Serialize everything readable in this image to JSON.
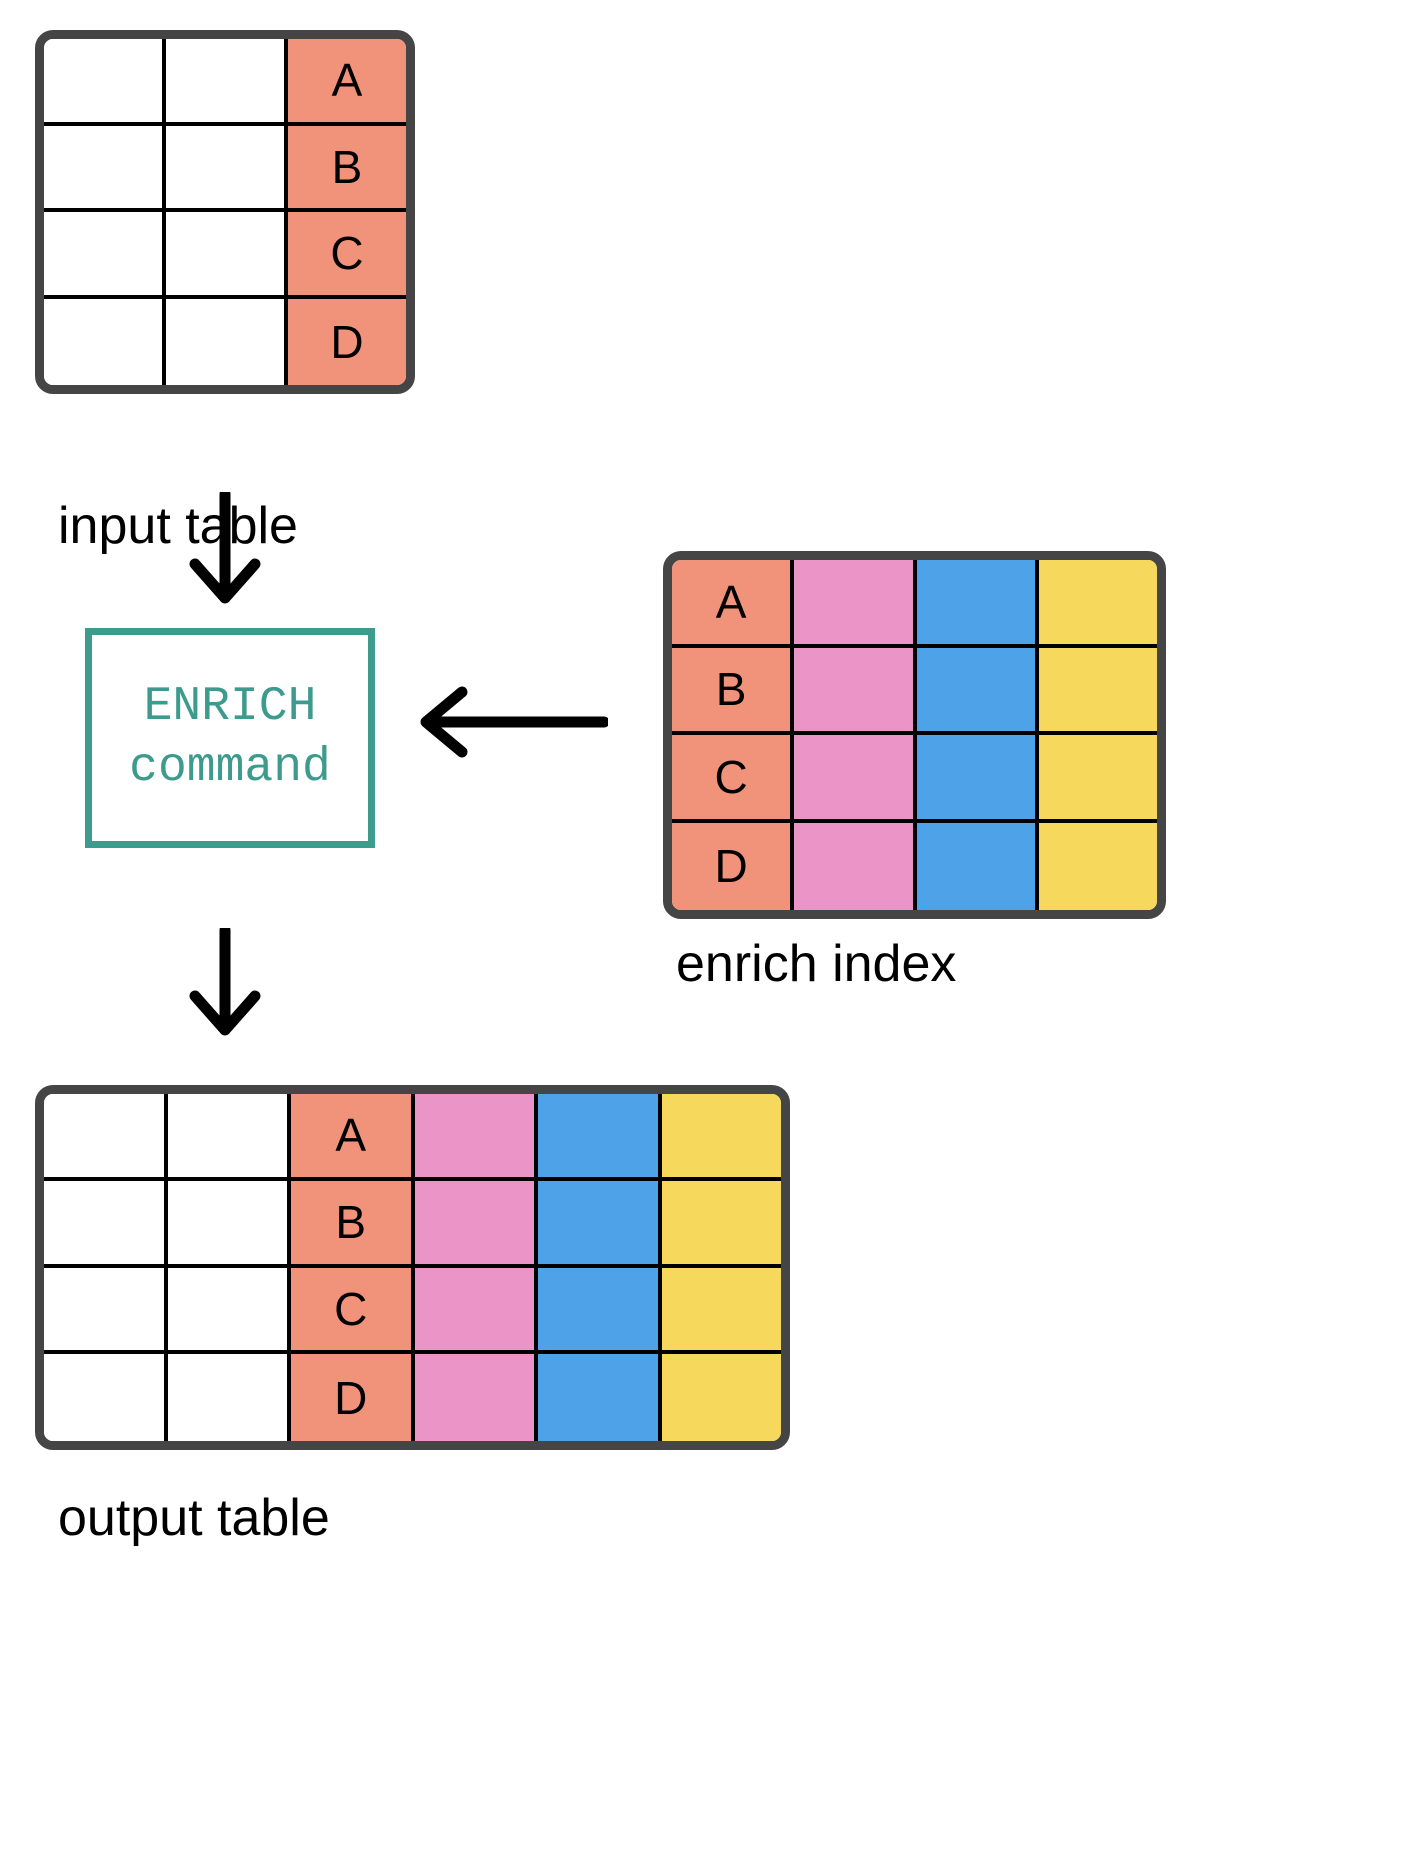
{
  "diagram": {
    "title": "ENRICH command data flow",
    "background": "#ffffff"
  },
  "palette": {
    "frame_border": "#454545",
    "cell_border": "#000000",
    "key_column": "#F0937A",
    "field_pink": "#EA94C8",
    "field_blue": "#4DA2E8",
    "field_yellow": "#F6D95C",
    "blank": "#ffffff",
    "command_accent": "#3D9B8D",
    "arrow": "#000000"
  },
  "input_table": {
    "caption": "input table",
    "columns": 3,
    "column_fills": [
      "#ffffff",
      "#ffffff",
      "#F0937A"
    ],
    "rows": [
      [
        "",
        "",
        "A"
      ],
      [
        "",
        "",
        "B"
      ],
      [
        "",
        "",
        "C"
      ],
      [
        "",
        "",
        "D"
      ]
    ]
  },
  "enrich_index": {
    "caption": "enrich index",
    "columns": 4,
    "column_fills": [
      "#F0937A",
      "#EA94C8",
      "#4DA2E8",
      "#F6D95C"
    ],
    "rows": [
      [
        "A",
        "",
        "",
        ""
      ],
      [
        "B",
        "",
        "",
        ""
      ],
      [
        "C",
        "",
        "",
        ""
      ],
      [
        "D",
        "",
        "",
        ""
      ]
    ]
  },
  "output_table": {
    "caption": "output table",
    "columns": 6,
    "column_fills": [
      "#ffffff",
      "#ffffff",
      "#F0937A",
      "#EA94C8",
      "#4DA2E8",
      "#F6D95C"
    ],
    "rows": [
      [
        "",
        "",
        "A",
        "",
        "",
        ""
      ],
      [
        "",
        "",
        "B",
        "",
        "",
        ""
      ],
      [
        "",
        "",
        "C",
        "",
        "",
        ""
      ],
      [
        "",
        "",
        "D",
        "",
        "",
        ""
      ]
    ]
  },
  "command_box": {
    "line1": "ENRICH",
    "line2": "command",
    "accent": "#3D9B8D"
  },
  "arrows": {
    "input_to_command": "arrow-down",
    "index_to_command": "arrow-left",
    "command_to_output": "arrow-down"
  }
}
